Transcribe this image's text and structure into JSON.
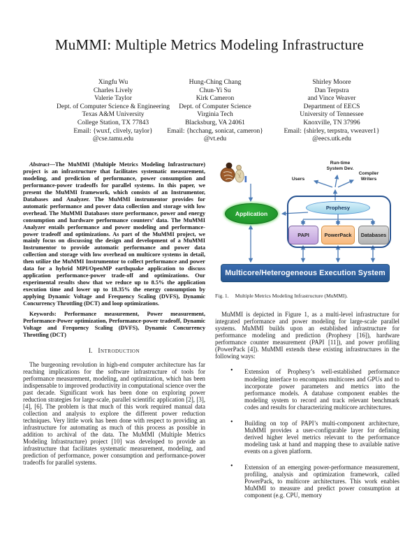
{
  "title": "MuMMI: Multiple Metrics Modeling Infrastructure",
  "authors": [
    {
      "lines": [
        "Xingfu Wu",
        "Charles Lively",
        "Valerie Taylor",
        "Dept. of Computer Science & Engineering",
        "Texas A&M University",
        "College Station, TX 77843",
        "Email: {wuxf, clively, taylor}",
        "@cse.tamu.edu"
      ]
    },
    {
      "lines": [
        "Hung-Ching Chang",
        "Chun-Yi Su",
        "Kirk Cameron",
        "Dept. of Computer Science",
        "Virginia Tech",
        "Blacksburg, VA 24061",
        "Email: {hcchang, sonicat, cameron}",
        "@vt.edu"
      ]
    },
    {
      "lines": [
        "Shirley Moore",
        "Dan Terpstra",
        "and Vince Weaver",
        "Department of EECS",
        "University of Tennessee",
        "Knoxville, TN 37996",
        "Email: {shirley, terpstra, vweaver1}",
        "@eecs.utk.edu"
      ]
    }
  ],
  "left_column": {
    "abstract_label": "Abstract",
    "abstract_body": "—The MuMMI (Multiple Metrics Modeling Infrastructure) project is an infrastructure that facilitates systematic measurement, modeling, and prediction of performance, power consumption and performance-power tradeoffs for parallel systems. In this paper, we present the MuMMI framework, which consists of an Instrumentor, Databases and Analyzer. The MuMMI instrumentor provides for automatic performance and power data collection and storage with low overhead. The MuMMI Databases store performance, power and energy consumption and hardware performance counters’ data. The MuMMI Analyzer entails performance and power modeling and performance-power tradeoff and optimizations. As part of the MuMMI project, we mainly focus on discussing the design and development of a MuMMI Instrumentor to provide automatic performance and power data collection and storage with low overhead on multicore systems in detail, then utilize the MuMMI Instrumentor to collect performance and power data for a hybrid MPI/OpenMP earthquake application to discuss application performance-power trade-off and optimizations. Our experimental results show that we reduce up to 8.5% the application execution time and lower up to 18.35% the energy consumption by applying Dynamic Voltage and Frequency Scaling (DVFS), Dynamic Concurrency Throttling (DCT) and loop optimizations.",
    "keywords": "Keywords: Performance measurement, Power measurement, Performance-Power optimization, Performance-power tradeoff, Dynamic Voltage and Frequency Scaling (DVFS), Dynamic Concurrency Throttling (DCT)",
    "section1_number": "I.",
    "section1_title": "Introduction",
    "intro_paragraph": "The burgeoning revolution in high-end computer architecture has far reaching implications for the software infrastructure of tools for performance measurement, modeling, and optimization, which has been indispensable to improved productivity in computational science over the past decade. Significant work has been done on exploring power reduction strategies for large-scale, parallel scientific application [2], [3], [4], [6]. The problem is that much of this work required manual data collection and analysis to explore the different power reduction techniques. Very little work has been done with respect to providing an infrastructure for automating as much of this process as possible in addition to archival of the data. The MuMMI (Multiple Metrics Modeling Infrastructure) project [10] was developed to provide an infrastructure that facilitates systematic measurement, modeling, and prediction of performance, power consumption and performance-power tradeoffs for parallel systems."
  },
  "right_column": {
    "fig_paragraph": "MuMMI is depicted in Figure 1, as a multi-level infrastructure for integrated performance and power modeling for large-scale parallel systems. MuMMI builds upon an established infrastructure for performance modeling and prediction (Prophesy [16]), hardware performance counter measurement (PAPI [11]), and power profiling (PowerPack [4]). MuMMI extends these existing infrastructures in the following ways:",
    "bullets": [
      "Extension of Prophesy’s well-established performance modeling interface to encompass multicores and GPUs and to incorporate power parameters and metrics into the performance models. A database component enables the modeling system to record and track relevant benchmark codes and results for characterizing multicore architectures.",
      "Building on top of PAPI’s multi-component architecture, MuMMI provides a user-configurable layer for defining derived higher level metrics relevant to the performance modeling task at hand and mapping these to available native events on a given platform.",
      "Extension of an emerging power-performance measurement, profiling, analysis and optimization framework, called PowerPack, to multicore architectures. This work enables MuMMI to measure and predict power consumption at component (e.g. CPU, memory"
    ]
  },
  "figure": {
    "caption_tag": "Fig. 1.",
    "caption_text": "Multiple Metrics Modeling Infrastructure (MuMMI).",
    "labels": {
      "runtime_line1": "Run-time",
      "runtime_line2": "System Dev.",
      "users": "Users",
      "compiler_line1": "Compiler",
      "compiler_line2": "Writers",
      "prophesy": "Prophesy",
      "application": "Application",
      "papi": "PAPI",
      "powerpack": "PowerPack",
      "databases": "Databases",
      "bar": "Multicore/Heterogeneous Execution System"
    },
    "colors": {
      "application": "#1c8c27",
      "prophesy": "#9fd5ea",
      "papi": "#c2a1de",
      "powerpack": "#f8b97e",
      "databases": "#bfbfbf",
      "execution_bar": "#2c5d9d",
      "arrows": "#4a7ab5",
      "frame": "#24508f"
    }
  }
}
